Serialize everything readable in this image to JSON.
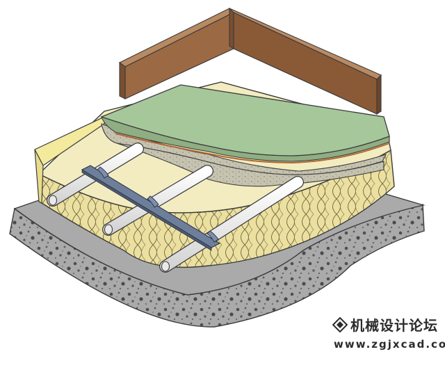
{
  "diagram": {
    "layers": [
      {
        "name": "concrete-slab",
        "color": "#a9aaa9"
      },
      {
        "name": "insulation-layer",
        "color": "#eee2a0"
      },
      {
        "name": "screed-layer",
        "color": "#bfbcab"
      },
      {
        "name": "floor-covering",
        "color": "#a6c79a"
      },
      {
        "name": "skirting-board",
        "color": "#9b6944"
      }
    ],
    "pipe_color": "#f4f4f4",
    "rail_color": "#6e7f9b"
  },
  "watermark": {
    "title": "机械设计论坛",
    "url": "www.zgjxcad.com"
  }
}
